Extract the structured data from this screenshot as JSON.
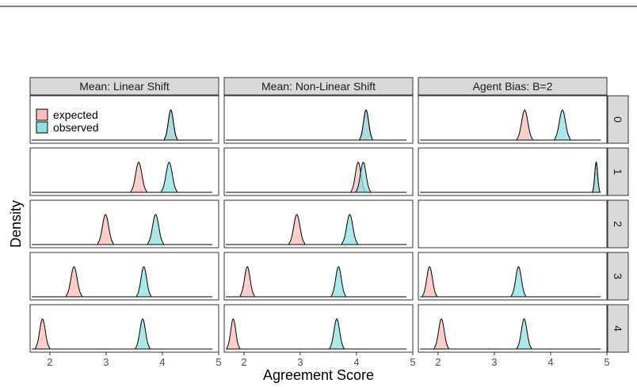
{
  "chart_data": {
    "type": "area",
    "subtype": "faceted-density",
    "xlabel": "Agreement Score",
    "ylabel": "Density",
    "xlim": [
      1.65,
      5.0
    ],
    "x_ticks": [
      2,
      3,
      4,
      5
    ],
    "grid": false,
    "legend": {
      "placement": "top-left of first panel",
      "entries": [
        {
          "name": "expected",
          "color": "#F8766D",
          "fill": "#F8BDB8"
        },
        {
          "name": "observed",
          "color": "#00BFC4",
          "fill": "#8EE1E3"
        }
      ]
    },
    "columns": [
      "Mean: Linear Shift",
      "Mean: Non-Linear Shift",
      "Agent Bias: B=2"
    ],
    "rows": [
      "0",
      "1",
      "2",
      "3",
      "4"
    ],
    "panels": [
      {
        "col": 0,
        "row": 0,
        "series": [
          {
            "name": "expected",
            "mean": 4.15,
            "sd": 0.045
          },
          {
            "name": "observed",
            "mean": 4.15,
            "sd": 0.045
          }
        ]
      },
      {
        "col": 0,
        "row": 1,
        "series": [
          {
            "name": "expected",
            "mean": 3.58,
            "sd": 0.055
          },
          {
            "name": "observed",
            "mean": 4.12,
            "sd": 0.055
          }
        ]
      },
      {
        "col": 0,
        "row": 2,
        "series": [
          {
            "name": "expected",
            "mean": 2.99,
            "sd": 0.055
          },
          {
            "name": "observed",
            "mean": 3.88,
            "sd": 0.055
          }
        ]
      },
      {
        "col": 0,
        "row": 3,
        "series": [
          {
            "name": "expected",
            "mean": 2.43,
            "sd": 0.055
          },
          {
            "name": "observed",
            "mean": 3.67,
            "sd": 0.05
          }
        ]
      },
      {
        "col": 0,
        "row": 4,
        "series": [
          {
            "name": "expected",
            "mean": 1.87,
            "sd": 0.05
          },
          {
            "name": "observed",
            "mean": 3.65,
            "sd": 0.05
          }
        ]
      },
      {
        "col": 1,
        "row": 0,
        "series": [
          {
            "name": "expected",
            "mean": 4.17,
            "sd": 0.045
          },
          {
            "name": "observed",
            "mean": 4.17,
            "sd": 0.045
          }
        ]
      },
      {
        "col": 1,
        "row": 1,
        "series": [
          {
            "name": "expected",
            "mean": 4.03,
            "sd": 0.05
          },
          {
            "name": "observed",
            "mean": 4.12,
            "sd": 0.05
          }
        ]
      },
      {
        "col": 1,
        "row": 2,
        "series": [
          {
            "name": "expected",
            "mean": 2.94,
            "sd": 0.055
          },
          {
            "name": "observed",
            "mean": 3.88,
            "sd": 0.055
          }
        ]
      },
      {
        "col": 1,
        "row": 3,
        "series": [
          {
            "name": "expected",
            "mean": 2.06,
            "sd": 0.05
          },
          {
            "name": "observed",
            "mean": 3.68,
            "sd": 0.05
          }
        ]
      },
      {
        "col": 1,
        "row": 4,
        "series": [
          {
            "name": "expected",
            "mean": 1.81,
            "sd": 0.045
          },
          {
            "name": "observed",
            "mean": 3.65,
            "sd": 0.05
          }
        ]
      },
      {
        "col": 2,
        "row": 0,
        "series": [
          {
            "name": "expected",
            "mean": 3.54,
            "sd": 0.055
          },
          {
            "name": "observed",
            "mean": 4.21,
            "sd": 0.055
          }
        ]
      },
      {
        "col": 2,
        "row": 1,
        "series": [
          {
            "name": "expected",
            "mean": 4.81,
            "sd": 0.025
          },
          {
            "name": "observed",
            "mean": 4.81,
            "sd": 0.025
          }
        ]
      },
      {
        "col": 2,
        "row": 2,
        "series": []
      },
      {
        "col": 2,
        "row": 3,
        "series": [
          {
            "name": "expected",
            "mean": 1.85,
            "sd": 0.05
          },
          {
            "name": "observed",
            "mean": 3.43,
            "sd": 0.05
          }
        ]
      },
      {
        "col": 2,
        "row": 4,
        "series": [
          {
            "name": "expected",
            "mean": 2.06,
            "sd": 0.05
          },
          {
            "name": "observed",
            "mean": 3.53,
            "sd": 0.05
          }
        ]
      }
    ],
    "density_extent_x": [
      1.68,
      4.89
    ]
  }
}
